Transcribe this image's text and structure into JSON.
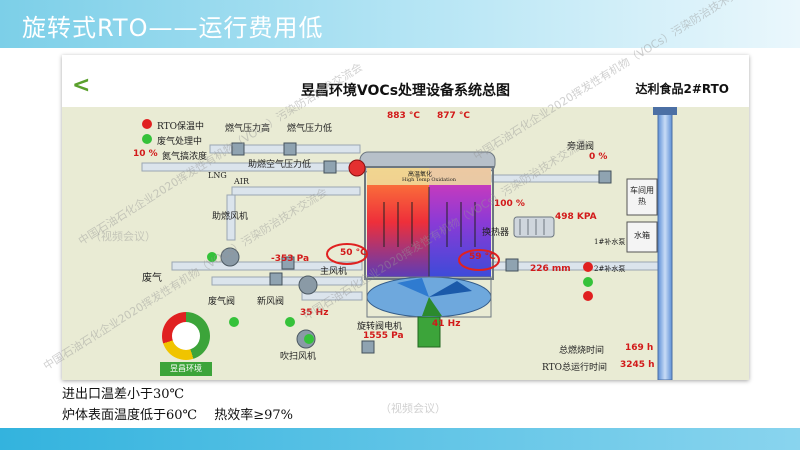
{
  "slide": {
    "title": "旋转式RTO——运行费用低",
    "captions": [
      "进出口温差小于30℃",
      "炉体表面温度低于60℃　 热效率≥97%"
    ]
  },
  "watermark": {
    "org": "中国石油石化企业2020挥发性有机物（VOCs）污染防治技术交流会",
    "sub": "（视频会议）"
  },
  "panel": {
    "back_label": "<",
    "title": "昱昌环境VOCs处理设备系统总图",
    "site": "达利食品2#RTO"
  },
  "legend": {
    "items": [
      {
        "label": "RTO保温中",
        "color": "#e02020"
      },
      {
        "label": "废气处理中",
        "color": "#35c23a"
      }
    ],
    "percent": "10 %",
    "percent_label": "氮气搞浓度"
  },
  "labels": {
    "gas_pressure_high": "燃气压力高",
    "gas_pressure_low": "燃气压力低",
    "lng": "LNG",
    "air": "AIR",
    "combustion_air_pressure_low": "助燃空气压力低",
    "combustion_fan": "助燃风机",
    "waste_gas": "废气",
    "waste_gas_valve": "废气阀",
    "fresh_air_valve": "新风阀",
    "main_fan": "主风机",
    "purge_fan": "吹扫风机",
    "rotary_valve_motor": "旋转阀电机",
    "bypass_valve": "旁通阀",
    "heat_exchanger": "换热器",
    "workshop_heat": "车间用热",
    "water_tank": "水箱",
    "pump1": "1#补水泵",
    "pump2": "2#补水泵",
    "chamber_top": "高温氧化",
    "chamber_top_en": "High Temp Oxidation"
  },
  "readings": {
    "temp_left_top": "883 °C",
    "temp_right_top": "877 °C",
    "temp_left_bottom": "50 °C",
    "temp_right_bottom": "59 °C",
    "pressure_main": "-353 Pa",
    "fan_freq": "35 Hz",
    "valve_freq": "41 Hz",
    "valve_pressure": "1555 Pa",
    "height": "226 mm",
    "bypass_percent": "0 %",
    "hx_percent": "100 %",
    "steam_pressure": "498 KPA"
  },
  "totals": {
    "burn_label": "总燃烧时间",
    "burn_value": "169 h",
    "run_label": "RTO总运行时间",
    "run_value": "3245 h"
  },
  "logo": {
    "text": "昱昌环境"
  }
}
